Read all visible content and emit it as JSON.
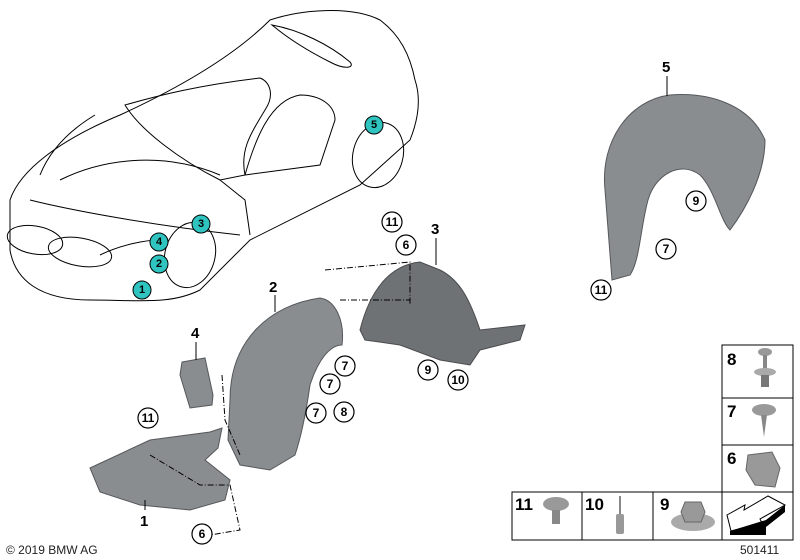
{
  "diagram": {
    "locator_markers": [
      "1",
      "2",
      "3",
      "4",
      "5"
    ],
    "colors": {
      "marker_fill": "#2fc4bf",
      "part_gray": "#8a8d90"
    },
    "part_numbers": [
      "1",
      "2",
      "3",
      "4",
      "5"
    ],
    "callouts": {
      "group3": [
        "11",
        "6",
        "7",
        "7",
        "7",
        "8",
        "9",
        "10"
      ],
      "group5": [
        "9",
        "7",
        "11"
      ],
      "group1": [
        "11",
        "6"
      ]
    },
    "fastener_table": {
      "cells": [
        {
          "number": "8",
          "icon": "screw-with-clip-icon"
        },
        {
          "number": "7",
          "icon": "expanding-rivet-icon"
        },
        {
          "number": "6",
          "icon": "clip-nut-icon"
        },
        {
          "number": "11",
          "icon": "plastic-rivet-icon"
        },
        {
          "number": "10",
          "icon": "blind-rivet-icon"
        },
        {
          "number": "9",
          "icon": "flange-nut-icon"
        }
      ],
      "arrow_icon": "vehicle-direction-arrow-icon"
    },
    "copyright": "© 2019 BMW AG",
    "diagram_id": "501411"
  }
}
